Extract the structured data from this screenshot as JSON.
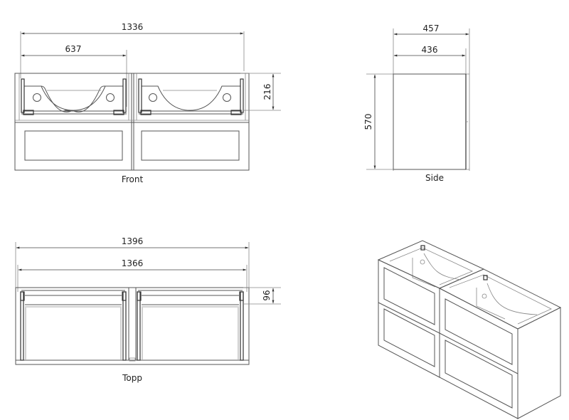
{
  "views": {
    "front": {
      "label": "Front",
      "dimensions": {
        "overall_width": "1336",
        "module_width": "637",
        "drawer_height": "216"
      }
    },
    "side": {
      "label": "Side",
      "dimensions": {
        "overall_depth": "457",
        "inner_depth": "436",
        "height": "570"
      }
    },
    "top": {
      "label": "Topp",
      "dimensions": {
        "overall_width": "1396",
        "inner_width": "1366",
        "rail_depth": "96"
      }
    },
    "isometric": {
      "label": ""
    }
  },
  "colors": {
    "line": "#555555",
    "background": "#ffffff"
  }
}
